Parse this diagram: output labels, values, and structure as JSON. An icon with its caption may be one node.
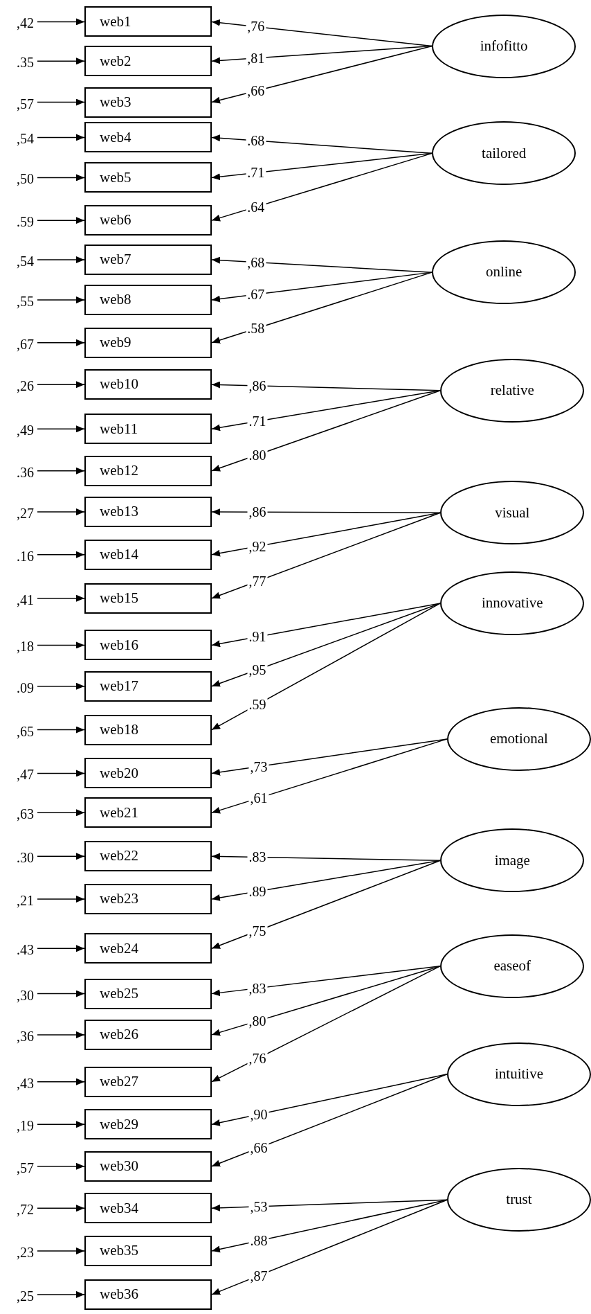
{
  "diagram": {
    "nodes": [
      {
        "text": [
          "web1"
        ]
      },
      {
        "text": [
          "web2"
        ]
      },
      {
        "text": [
          "web3"
        ]
      },
      {
        "text": [
          "web4"
        ]
      },
      {
        "text": [
          "web5"
        ]
      },
      {
        "text": [
          "web6"
        ]
      },
      {
        "text": [
          "web7"
        ]
      },
      {
        "text": [
          "web8"
        ]
      },
      {
        "text": [
          "web9"
        ]
      },
      {
        "text": [
          "web10"
        ]
      },
      {
        "text": [
          "web11"
        ]
      },
      {
        "text": [
          "web12"
        ]
      },
      {
        "text": [
          "web13"
        ]
      },
      {
        "text": [
          "web14"
        ]
      },
      {
        "text": [
          "web15"
        ]
      },
      {
        "text": [
          "web16"
        ]
      },
      {
        "text": [
          "web17"
        ]
      },
      {
        "text": [
          "web18"
        ]
      },
      {
        "text": [
          "web20"
        ]
      },
      {
        "text": [
          "web21"
        ]
      },
      {
        "text": [
          "web22"
        ]
      },
      {
        "text": [
          "web23"
        ]
      },
      {
        "text": [
          "web24"
        ]
      },
      {
        "text": [
          "web25"
        ]
      },
      {
        "text": [
          "web26"
        ]
      },
      {
        "text": [
          "web27"
        ]
      },
      {
        "text": [
          "web29"
        ]
      },
      {
        "text": [
          "web30"
        ]
      },
      {
        "text": [
          "web34"
        ]
      },
      {
        "text": [
          "web35"
        ]
      },
      {
        "text": [
          "web36"
        ]
      },
      {
        "text": [
          "infofitto"
        ]
      },
      {
        "text": [
          "tailored"
        ]
      },
      {
        "text": [
          "online"
        ]
      },
      {
        "text": [
          "relative"
        ]
      },
      {
        "text": [
          "visual"
        ]
      },
      {
        "text": [
          "innovative"
        ]
      },
      {
        "text": [
          "emotional"
        ]
      },
      {
        "text": [
          "image"
        ]
      },
      {
        "text": [
          "easeof"
        ]
      },
      {
        "text": [
          "intuitive"
        ]
      },
      {
        "text": [
          "trust"
        ]
      }
    ],
    "edges": [
      {
        "from": null,
        "to": 0,
        "arrow": "to",
        "label": ",42"
      },
      {
        "from": null,
        "to": 1,
        "arrow": "to",
        "label": ".35"
      },
      {
        "from": null,
        "to": 2,
        "arrow": "to",
        "label": ",57"
      },
      {
        "from": null,
        "to": 3,
        "arrow": "to",
        "label": ",54"
      },
      {
        "from": null,
        "to": 4,
        "arrow": "to",
        "label": ",50"
      },
      {
        "from": null,
        "to": 5,
        "arrow": "to",
        "label": ".59"
      },
      {
        "from": null,
        "to": 6,
        "arrow": "to",
        "label": ",54"
      },
      {
        "from": null,
        "to": 7,
        "arrow": "to",
        "label": ",55"
      },
      {
        "from": null,
        "to": 8,
        "arrow": "to",
        "label": ",67"
      },
      {
        "from": null,
        "to": 9,
        "arrow": "to",
        "label": ",26"
      },
      {
        "from": null,
        "to": 10,
        "arrow": "to",
        "label": ",49"
      },
      {
        "from": null,
        "to": 11,
        "arrow": "to",
        "label": ".36"
      },
      {
        "from": null,
        "to": 12,
        "arrow": "to",
        "label": ",27"
      },
      {
        "from": null,
        "to": 13,
        "arrow": "to",
        "label": ".16"
      },
      {
        "from": null,
        "to": 14,
        "arrow": "to",
        "label": ",41"
      },
      {
        "from": null,
        "to": 15,
        "arrow": "to",
        "label": ",18"
      },
      {
        "from": null,
        "to": 16,
        "arrow": "to",
        "label": ".09"
      },
      {
        "from": null,
        "to": 17,
        "arrow": "to",
        "label": ",65"
      },
      {
        "from": null,
        "to": 18,
        "arrow": "to",
        "label": ",47"
      },
      {
        "from": null,
        "to": 19,
        "arrow": "to",
        "label": ",63"
      },
      {
        "from": null,
        "to": 20,
        "arrow": "to",
        "label": ".30"
      },
      {
        "from": null,
        "to": 21,
        "arrow": "to",
        "label": ",21"
      },
      {
        "from": null,
        "to": 22,
        "arrow": "to",
        "label": ".43"
      },
      {
        "from": null,
        "to": 23,
        "arrow": "to",
        "label": ",30"
      },
      {
        "from": null,
        "to": 24,
        "arrow": "to",
        "label": ",36"
      },
      {
        "from": null,
        "to": 25,
        "arrow": "to",
        "label": ",43"
      },
      {
        "from": null,
        "to": 26,
        "arrow": "to",
        "label": ",19"
      },
      {
        "from": null,
        "to": 27,
        "arrow": "to",
        "label": ",57"
      },
      {
        "from": null,
        "to": 28,
        "arrow": "to",
        "label": ",72"
      },
      {
        "from": null,
        "to": 29,
        "arrow": "to",
        "label": ",23"
      },
      {
        "from": null,
        "to": 30,
        "arrow": "to",
        "label": ",25"
      },
      {
        "from": 31,
        "to": 0,
        "arrow": "to",
        "label": ",76"
      },
      {
        "from": 31,
        "to": 1,
        "arrow": "to",
        "label": ",81"
      },
      {
        "from": 31,
        "to": 2,
        "arrow": "to",
        "label": ",66"
      },
      {
        "from": 32,
        "to": 3,
        "arrow": "to",
        "label": ".68"
      },
      {
        "from": 32,
        "to": 4,
        "arrow": "to",
        "label": ".71"
      },
      {
        "from": 32,
        "to": 5,
        "arrow": "to",
        "label": ".64"
      },
      {
        "from": 33,
        "to": 6,
        "arrow": "to",
        "label": ",68"
      },
      {
        "from": 33,
        "to": 7,
        "arrow": "to",
        "label": ".67"
      },
      {
        "from": 33,
        "to": 8,
        "arrow": "to",
        "label": ".58"
      },
      {
        "from": 34,
        "to": 9,
        "arrow": "to",
        "label": ",86"
      },
      {
        "from": 34,
        "to": 10,
        "arrow": "to",
        "label": ".71"
      },
      {
        "from": 34,
        "to": 11,
        "arrow": "to",
        "label": ".80"
      },
      {
        "from": 35,
        "to": 12,
        "arrow": "to",
        "label": ",86"
      },
      {
        "from": 35,
        "to": 13,
        "arrow": "to",
        "label": ",92"
      },
      {
        "from": 35,
        "to": 14,
        "arrow": "to",
        "label": ",77"
      },
      {
        "from": 36,
        "to": 15,
        "arrow": "to",
        "label": ".91"
      },
      {
        "from": 36,
        "to": 16,
        "arrow": "to",
        "label": ",95"
      },
      {
        "from": 36,
        "to": 17,
        "arrow": "to",
        "label": ".59"
      },
      {
        "from": 37,
        "to": 18,
        "arrow": "to",
        "label": ",73"
      },
      {
        "from": 37,
        "to": 19,
        "arrow": "to",
        "label": ",61"
      },
      {
        "from": 38,
        "to": 20,
        "arrow": "to",
        "label": ".83"
      },
      {
        "from": 38,
        "to": 21,
        "arrow": "to",
        "label": ".89"
      },
      {
        "from": 38,
        "to": 22,
        "arrow": "to",
        "label": ",75"
      },
      {
        "from": 39,
        "to": 23,
        "arrow": "to",
        "label": ",83"
      },
      {
        "from": 39,
        "to": 24,
        "arrow": "to",
        "label": ",80"
      },
      {
        "from": 39,
        "to": 25,
        "arrow": "to",
        "label": ",76"
      },
      {
        "from": 40,
        "to": 26,
        "arrow": "to",
        "label": ",90"
      },
      {
        "from": 40,
        "to": 27,
        "arrow": "to",
        "label": ",66"
      },
      {
        "from": 41,
        "to": 28,
        "arrow": "to",
        "label": ",53"
      },
      {
        "from": 41,
        "to": 29,
        "arrow": "to",
        "label": ".88"
      },
      {
        "from": 41,
        "to": 30,
        "arrow": "to",
        "label": ",87"
      }
    ]
  }
}
